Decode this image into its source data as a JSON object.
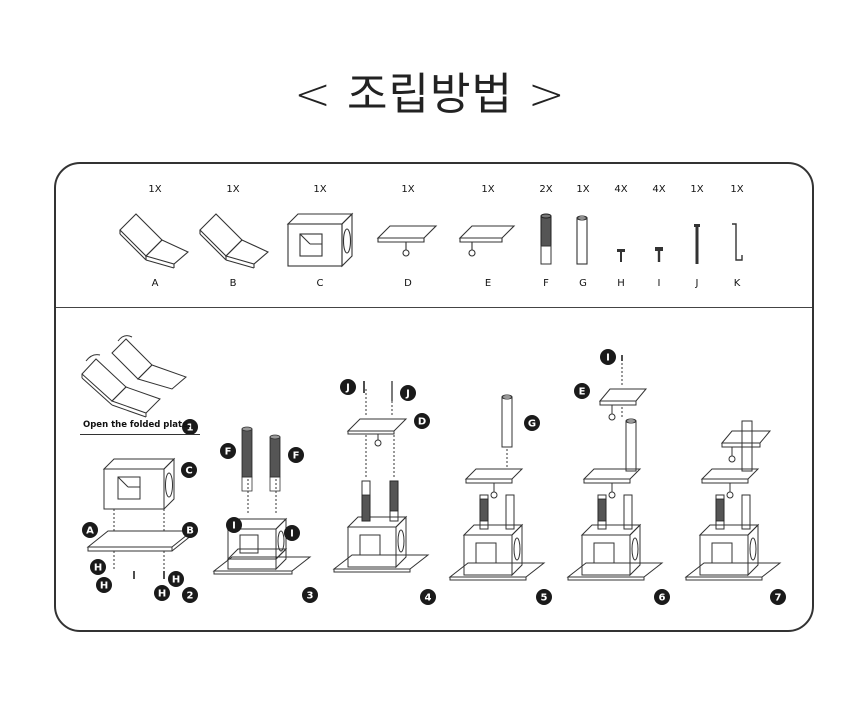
{
  "title": "< 조립방법 >",
  "parts": [
    {
      "qty": "1X",
      "label": "A",
      "icon": "folded-plate"
    },
    {
      "qty": "1X",
      "label": "B",
      "icon": "folded-plate"
    },
    {
      "qty": "1X",
      "label": "C",
      "icon": "cube-box"
    },
    {
      "qty": "1X",
      "label": "D",
      "icon": "platform-plate"
    },
    {
      "qty": "1X",
      "label": "E",
      "icon": "platform-plate"
    },
    {
      "qty": "2X",
      "label": "F",
      "icon": "sisal-post"
    },
    {
      "qty": "1X",
      "label": "G",
      "icon": "plain-post"
    },
    {
      "qty": "4X",
      "label": "H",
      "icon": "screw"
    },
    {
      "qty": "4X",
      "label": "I",
      "icon": "bolt"
    },
    {
      "qty": "1X",
      "label": "J",
      "icon": "long-screw"
    },
    {
      "qty": "1X",
      "label": "K",
      "icon": "allen-key"
    }
  ],
  "instruction": "Open the folded plate.",
  "step_numbers": [
    "1",
    "2",
    "3",
    "4",
    "5",
    "6",
    "7"
  ],
  "callouts": {
    "A": "A",
    "B": "B",
    "C": "C",
    "D": "D",
    "E": "E",
    "F": "F",
    "G": "G",
    "H": "H",
    "I": "I",
    "J": "J"
  }
}
